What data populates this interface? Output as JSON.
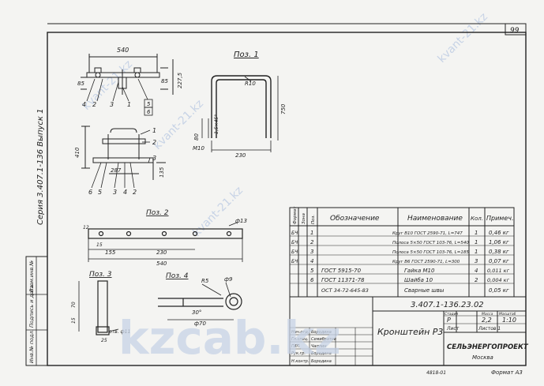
{
  "sheet_number": "99",
  "series_text": "Серия 3.407.1-136 Выпуск 1",
  "views": {
    "pos1_title": "Поз. 1",
    "pos2_title": "Поз. 2",
    "pos3_title": "Поз. 3",
    "pos4_title": "Поз. 4"
  },
  "dims": {
    "d540_top": "540",
    "d85_left": "85",
    "d85_right": "85",
    "d227_5": "227,5",
    "R10": "R10",
    "d750": "750",
    "d230_pos1": "230",
    "d80": "80",
    "chamfer": "1,5×45°",
    "M10": "M10",
    "d410": "410",
    "d287": "287",
    "d135": "135",
    "hole_pos2": "ф13",
    "d12_pos2": "12",
    "d15_pos2": "15",
    "d155": "155",
    "d230_pos2": "230",
    "d540_pos2": "540",
    "d15_pos3": "15",
    "d70": "70",
    "hole_pos3": "отв. ф11",
    "d25": "25",
    "R5": "R5",
    "phi9": "ф9",
    "angle30": "30°",
    "phi70": "ф70"
  },
  "leaders": [
    "1",
    "2",
    "3",
    "4",
    "5",
    "6"
  ],
  "spec": {
    "headers": [
      "Формат",
      "Зона",
      "Поз.",
      "Обозначение",
      "Наименование",
      "Кол.",
      "Примеч."
    ],
    "rows": [
      {
        "fmt": "БЧ",
        "pos": "1",
        "code": "",
        "name": "Круг В10 ГОСТ 2590-71, L=747",
        "qty": "1",
        "note": "0,46 кг"
      },
      {
        "fmt": "БЧ",
        "pos": "2",
        "code": "",
        "name": "Полоса 5×50 ГОСТ 103-76, L=540",
        "qty": "1",
        "note": "1,06 кг"
      },
      {
        "fmt": "БЧ",
        "pos": "3",
        "code": "",
        "name": "Полоса 5×50 ГОСТ 103-76, L=185",
        "qty": "1",
        "note": "0,38 кг"
      },
      {
        "fmt": "БЧ",
        "pos": "4",
        "code": "",
        "name": "Круг В6 ГОСТ 2590-71, L=300",
        "qty": "3",
        "note": "0,07 кг"
      },
      {
        "fmt": "",
        "pos": "5",
        "code": "ГОСТ 5915-70",
        "name": "Гайка М10",
        "qty": "4",
        "note": "0,011 кг"
      },
      {
        "fmt": "",
        "pos": "6",
        "code": "ГОСТ 11371-78",
        "name": "Шайба 10",
        "qty": "2",
        "note": "0,004 кг"
      },
      {
        "fmt": "",
        "pos": "",
        "code": "ОСТ 34-72-645-83",
        "name": "Сварные швы",
        "qty": "",
        "note": "0,05 кг"
      }
    ]
  },
  "title_block": {
    "doc_code": "3.407.1-136.23.02",
    "name": "Кронштейн Р3",
    "stage_header": "Стадия",
    "mass_header": "Масса",
    "scale_header": "Масштаб",
    "stage": "Р",
    "mass": "2,2",
    "scale": "1:10",
    "sheet_label": "Лист",
    "sheets_label": "Листов 1",
    "org": "СЕЛЬЭНЕРГОПРОЕКТ",
    "city": "Москва",
    "roles": [
      "Нач.отд.",
      "Гл.спец.",
      "ГИП",
      "Рук.гр.",
      "Н.контр."
    ],
    "people": [
      "Бородина",
      "Семибратов",
      "Чаплин",
      "Бородина",
      "Бородина"
    ]
  },
  "side_stamp": {
    "left": "Инв.№ подл.",
    "mid": "Подпись и дата",
    "right": "Взам.инв.№"
  },
  "footer": {
    "copied": "4818-01",
    "format": "Формат А3"
  },
  "watermarks": {
    "big": "kzcab.kz",
    "small": "kvant-21.kz"
  }
}
